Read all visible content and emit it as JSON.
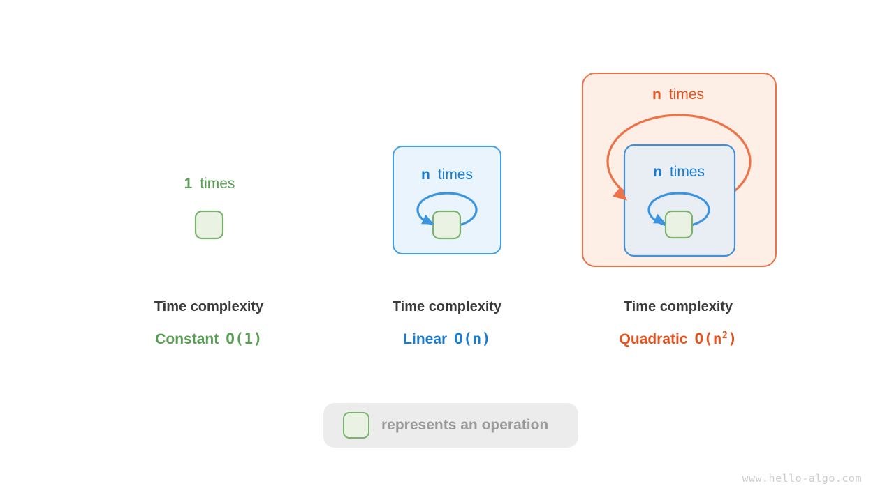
{
  "colors": {
    "page-bg": "#ffffff",
    "green": "#7cb26f",
    "green-fill": "#eaf2e4",
    "green-text": "#5a9e56",
    "blue": "#42a0e8",
    "blue-stroke": "#3b94e0",
    "blue-fill": "#e9f4fc",
    "blue-inner-fill": "#e9eef4",
    "blue-inner-border": "#4190d9",
    "blue-text": "#1a7cd0",
    "orange": "#ee7248",
    "orange-fill": "#fdeee6",
    "orange-text": "#e5521f",
    "title-text": "#3a3a3a",
    "legend-bg": "#ececec",
    "legend-text": "#9a9a9a",
    "watermark-text": "#cccccc"
  },
  "panels": {
    "constant": {
      "count": "1",
      "word": "times",
      "title": "Time complexity",
      "name": "Constant",
      "big_o": "O(1)"
    },
    "linear": {
      "count": "n",
      "word": "times",
      "title": "Time complexity",
      "name": "Linear",
      "big_o": "O(n)"
    },
    "quadratic": {
      "outer_count": "n",
      "outer_word": "times",
      "inner_count": "n",
      "inner_word": "times",
      "title": "Time complexity",
      "name": "Quadratic",
      "big_o_open": "O(n",
      "big_o_sup": "2",
      "big_o_close": ")"
    }
  },
  "legend": {
    "label": "represents an operation"
  },
  "watermark": "www.hello-algo.com"
}
